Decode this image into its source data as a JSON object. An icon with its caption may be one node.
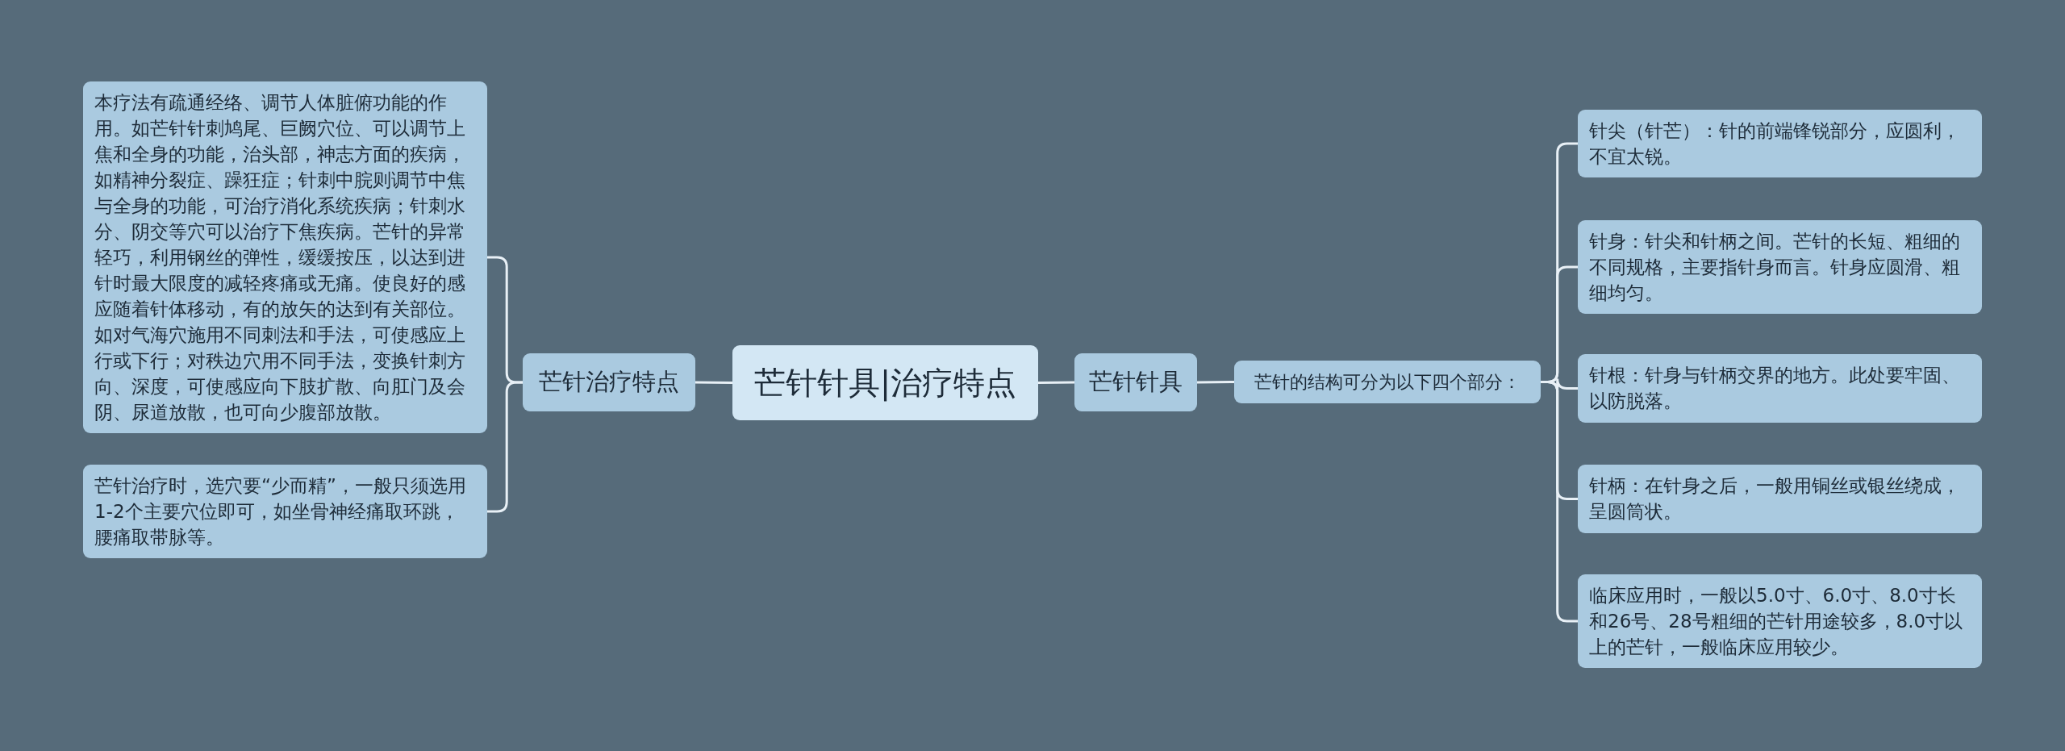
{
  "diagram": {
    "nodes": [
      {
        "text": [
          "芒针针具|治疗特点"
        ]
      },
      {
        "text": [
          "芒针治疗特点"
        ]
      },
      {
        "text": [
          "本疗法有疏通经络、调节人体脏俯功能的作用。如芒针针刺鸠尾、巨阙穴位、可以调节上焦和全身的功能，治头部，神志方面的疾病，如精神分裂症、躁狂症；针刺中脘则调节中焦与全身的功能，可治疗消化系统疾病；针刺水分、阴交等穴可以治疗下焦疾病。芒针的异常轻巧，利用钢丝的弹性，缓缓按压，以达到进针时最大限度的减轻疼痛或无痛。使良好的感应随着针体移动，有的放矢的达到有关部位。如对气海穴施用不同刺法和手法，可使感应上行或下行；对秩边穴用不同手法，变换针刺方向、深度，可使感应向下肢扩散、向肛门及会阴、尿道放散，也可向少腹部放散。"
        ]
      },
      {
        "text": [
          "芒针治疗时，选穴要“少而精”，一般只须选用1-2个主要穴位即可，如坐骨神经痛取环跳，腰痛取带脉等。"
        ]
      },
      {
        "text": [
          "芒针针具"
        ]
      },
      {
        "text": [
          "芒针的结构可分为以下四个部分："
        ]
      },
      {
        "text": [
          "针尖（针芒）：针的前端锋锐部分，应圆利，不宜太锐。"
        ]
      },
      {
        "text": [
          "针身：针尖和针柄之间。芒针的长短、粗细的不同规格，主要指针身而言。针身应圆滑、粗细均匀。"
        ]
      },
      {
        "text": [
          "针根：针身与针柄交界的地方。此处要牢固、以防脱落。"
        ]
      },
      {
        "text": [
          "针柄：在针身之后，一般用铜丝或银丝绕成，呈圆筒状。"
        ]
      },
      {
        "text": [
          "临床应用时，一般以5.0寸、6.0寸、8.0寸长和26号、28号粗细的芒针用途较多，8.0寸以上的芒针，一般临床应用较少。"
        ]
      }
    ],
    "edges": [
      {
        "from": 0,
        "to": 1,
        "arrow": "none"
      },
      {
        "from": 1,
        "to": 2,
        "arrow": "none"
      },
      {
        "from": 1,
        "to": 3,
        "arrow": "none"
      },
      {
        "from": 0,
        "to": 4,
        "arrow": "none"
      },
      {
        "from": 4,
        "to": 5,
        "arrow": "none"
      },
      {
        "from": 5,
        "to": 6,
        "arrow": "none"
      },
      {
        "from": 5,
        "to": 7,
        "arrow": "none"
      },
      {
        "from": 5,
        "to": 8,
        "arrow": "none"
      },
      {
        "from": 5,
        "to": 9,
        "arrow": "none"
      },
      {
        "from": 5,
        "to": 10,
        "arrow": "none"
      }
    ]
  }
}
